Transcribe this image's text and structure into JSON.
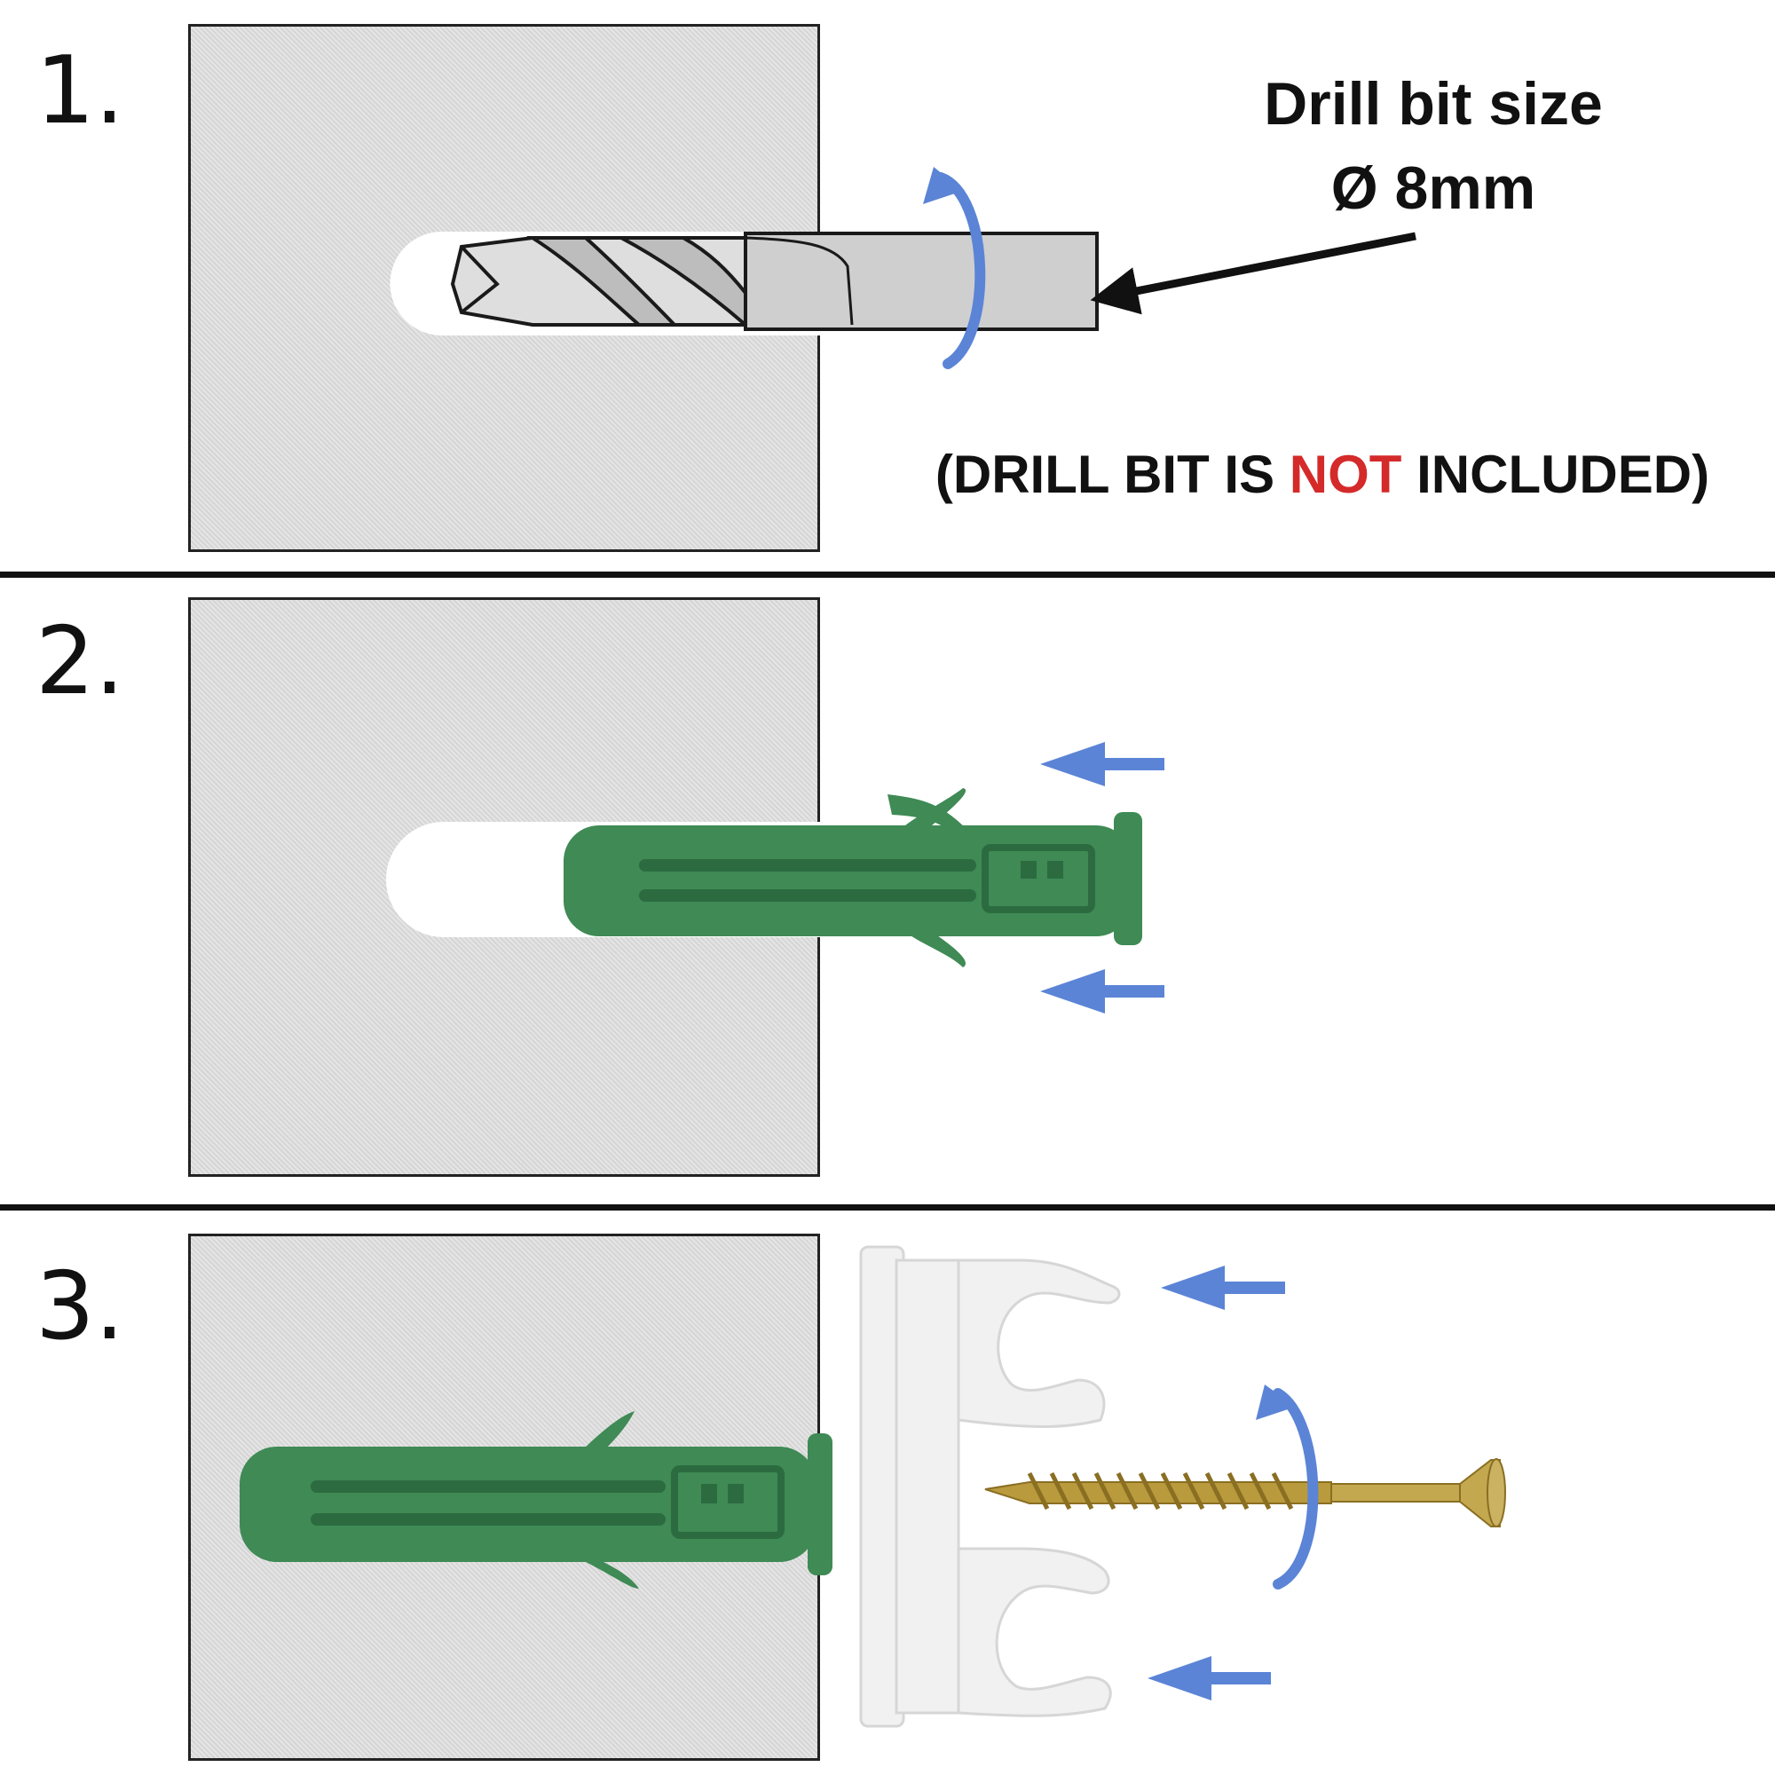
{
  "steps": [
    {
      "number": "1."
    },
    {
      "number": "2."
    },
    {
      "number": "3."
    }
  ],
  "drill_label": {
    "line1": "Drill bit size",
    "line2": "Ø 8mm"
  },
  "note": {
    "open_paren": "(",
    "prefix": "DRILL BIT IS",
    "emphasis": "NOT",
    "suffix": "INCLUDED",
    "close_paren": ")"
  },
  "colors": {
    "arrow_blue": "#5b84d6",
    "emphasis_red": "#d42a2a",
    "anchor_green": "#3f8a55",
    "clip_white": "#f1f1f1",
    "screw_gold": "#b99a3d",
    "wall_gray": "#dcdcdc"
  },
  "icons": [
    "rotation-arrow-icon",
    "push-left-arrow-icon",
    "pointer-arrow-icon"
  ]
}
